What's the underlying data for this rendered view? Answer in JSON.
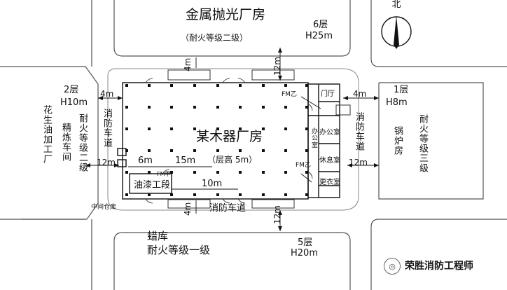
{
  "north_label": "北",
  "buildings": {
    "top": {
      "name": "金属抛光厂房",
      "rating": "（耐火等级二级）",
      "floors": "6层",
      "height": "H25m"
    },
    "left": {
      "floors": "2层",
      "height": "H10m",
      "name": "精炼车间",
      "rating": "耐火等级二级",
      "outer": "花生油加工厂"
    },
    "right": {
      "floors": "1层",
      "height": "H8m",
      "name": "锅炉房",
      "rating": "耐火等级三级"
    },
    "bottom": {
      "name": "蜡库",
      "rating": "耐火等级一级",
      "floors": "5层",
      "height": "H20m"
    },
    "main": {
      "name": "某木器厂房",
      "subtitle": "（层高 5m）"
    }
  },
  "rooms": {
    "lobby": "门厅",
    "office": "办公室",
    "office2": "办公室",
    "rest": "休息室",
    "locker": "更衣室",
    "paint": "油漆工段",
    "storage": "中间仓库"
  },
  "markers": {
    "fm_z_top": "FM乙",
    "fm_z_mid": "FM乙",
    "fm_jia": "FM甲"
  },
  "roads": {
    "left": "消防车道",
    "right": "消防车道",
    "bottom": "消防车道"
  },
  "dims": {
    "top_4m": "4m",
    "top_12m": "12m",
    "left_4m": "4m",
    "left_12m": "12m",
    "right_4m": "4m",
    "right_12m": "12m",
    "bottom_4m": "4m",
    "bottom_12m": "12m",
    "inner_6m": "6m",
    "inner_15m": "15m",
    "inner_10m": "10m"
  },
  "watermark": "荣胜消防工程师"
}
